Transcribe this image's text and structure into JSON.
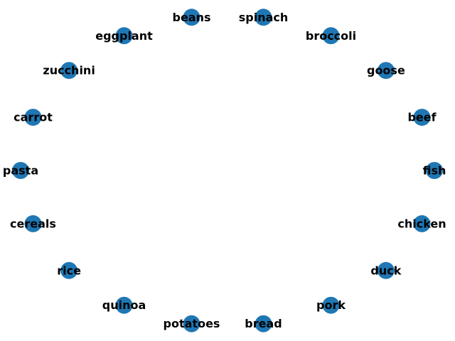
{
  "graph": {
    "node_color": "#1f77b4",
    "label_color": "#000000",
    "nodes": [
      {
        "label": "beans"
      },
      {
        "label": "spinach"
      },
      {
        "label": "broccoli"
      },
      {
        "label": "goose"
      },
      {
        "label": "beef"
      },
      {
        "label": "fish"
      },
      {
        "label": "chicken"
      },
      {
        "label": "duck"
      },
      {
        "label": "pork"
      },
      {
        "label": "bread"
      },
      {
        "label": "potatoes"
      },
      {
        "label": "quinoa"
      },
      {
        "label": "rice"
      },
      {
        "label": "cereals"
      },
      {
        "label": "pasta"
      },
      {
        "label": "carrot"
      },
      {
        "label": "zucchini"
      },
      {
        "label": "eggplant"
      }
    ],
    "edges": []
  }
}
